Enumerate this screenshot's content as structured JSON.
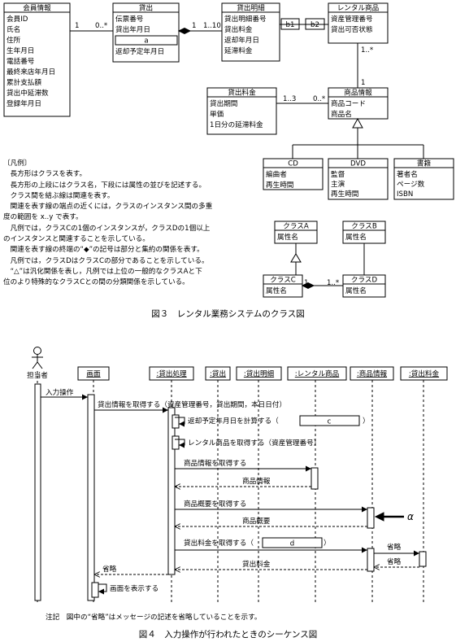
{
  "fig3": {
    "classes": {
      "member": {
        "name": "会員情報",
        "attrs": [
          "会員ID",
          "氏名",
          "住所",
          "生年月日",
          "電話番号",
          "最終来店年月日",
          "累計支払額",
          "貸出中延滞数",
          "登録年月日"
        ]
      },
      "rental": {
        "name": "貸出",
        "attrs": [
          "伝票番号",
          "貸出年月日",
          "a",
          "返却予定年月日"
        ]
      },
      "detail": {
        "name": "貸出明細",
        "attrs": [
          "貸出明細番号",
          "貸出料金",
          "返却年月日",
          "延滞料金"
        ]
      },
      "rentalItem": {
        "name": "レンタル商品",
        "attrs": [
          "資産管理番号",
          "貸出可否状態"
        ]
      },
      "fee": {
        "name": "貸出料金",
        "attrs": [
          "貸出期間",
          "単価",
          "1日分の延滞料金"
        ]
      },
      "product": {
        "name": "商品情報",
        "attrs": [
          "商品コード",
          "商品名"
        ]
      },
      "cd": {
        "name": "CD",
        "attrs": [
          "編曲者",
          "再生時間"
        ]
      },
      "dvd": {
        "name": "DVD",
        "attrs": [
          "監督",
          "主演",
          "再生時間"
        ]
      },
      "book": {
        "name": "書籍",
        "attrs": [
          "著者名",
          "ページ数",
          "ISBN"
        ]
      },
      "classA": {
        "name": "クラスA",
        "attrs": [
          "属性名"
        ]
      },
      "classB": {
        "name": "クラスB",
        "attrs": [
          "属性名"
        ]
      },
      "classC": {
        "name": "クラスC",
        "attrs": [
          "属性名"
        ]
      },
      "classD": {
        "name": "クラスD",
        "attrs": [
          "属性名"
        ]
      }
    },
    "mult": {
      "m_r_1": "1",
      "m_r_many": "0..*",
      "r_d_1": "1",
      "r_d_many": "1..10",
      "ri_p_many": "1..*",
      "ri_p_1": "1",
      "f_p_1": "1..3",
      "f_p_many": "0..*",
      "c_d_1": "1",
      "c_d_many": "1..*"
    },
    "blanks": {
      "b1": "b1",
      "b2": "b2"
    },
    "legend": [
      "〔凡例〕",
      "　長方形はクラスを表す。",
      "　長方形の上段にはクラス名，下段には属性の並びを記述する。",
      "　クラス間を結ぶ線は関連を表す。",
      "　関連を表す線の端点の近くには，クラスのインスタンス間の多重",
      "度の範囲を x..y で表す。",
      "　凡例では，クラスCの1個のインスタンスが，クラスDの1個以上",
      "のインスタンスと関連することを示している。",
      "　関連を表す線の終端の“◆”の記号は部分と集約の関係を表す。",
      "　凡例では，クラスDはクラスCの部分であることを示している。",
      "　“△”は汎化関係を表し，凡例では上位の一般的なクラスAと下",
      "位のより特殊的なクラスCとの間の分類関係を示している。"
    ],
    "caption": "図３　レンタル業務システムのクラス図"
  },
  "fig4": {
    "actor": "担当者",
    "lifelines": [
      "画面",
      ":貸出処理",
      ":貸出",
      ":貸出明細",
      ":レンタル商品",
      ":商品情報",
      ":貸出料金"
    ],
    "messages": {
      "input": "入力操作",
      "getRental": "貸出情報を取得する（資産管理番号，貸出期間，本日日付）",
      "calcReturn": "返却予定年月日を計算する（",
      "blankC": "c",
      "closeParen": "）",
      "getItem": "レンタル商品を取得する（資産管理番号）",
      "getProduct": "商品情報を取得する",
      "productInfo": "商品情報",
      "getSummary": "商品概要を取得する",
      "summary": "商品概要",
      "getFee": "貸出料金を取得する（",
      "blankD": "d",
      "omit1": "省略",
      "omit2": "省略",
      "fee": "貸出料金",
      "omit3": "省略",
      "display": "画面を表示する"
    },
    "alpha": "α",
    "note": "注記　図中の“省略”はメッセージの記述を省略していることを示す。",
    "caption": "図４　入力操作が行われたときのシーケンス図"
  }
}
